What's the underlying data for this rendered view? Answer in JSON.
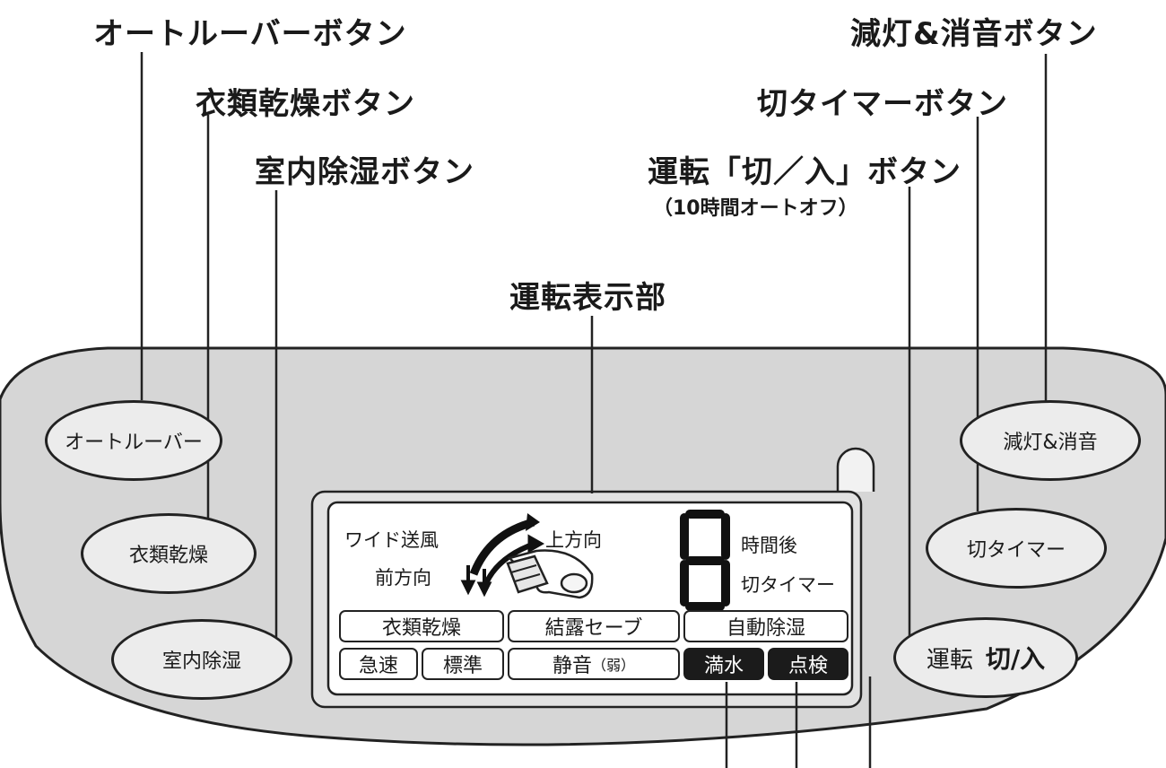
{
  "callouts": {
    "auto_louver": "オートルーバーボタン",
    "clothes_dry": "衣類乾燥ボタン",
    "room_dehumid": "室内除湿ボタン",
    "display": "運転表示部",
    "dim_mute": "減灯&消音ボタン",
    "off_timer": "切タイマーボタン",
    "power": "運転「切／入」ボタン",
    "power_note": "（10時間オートオフ）"
  },
  "buttons": {
    "auto_louver": "オートルーバー",
    "clothes_dry": "衣類乾燥",
    "room_dehumid": "室内除湿",
    "dim_mute": "減灯&消音",
    "off_timer": "切タイマー",
    "power_prefix": "運転",
    "power_main": "切/入"
  },
  "lcd": {
    "wide": "ワイド送風",
    "up": "上方向",
    "front": "前方向",
    "hours_after": "時間後",
    "off_timer": "切タイマー",
    "digit": "8",
    "modes_row1": [
      "衣類乾燥",
      "結露セーブ",
      "自動除湿"
    ],
    "modes_row2": [
      "急速",
      "標準"
    ],
    "quiet_main": "静音",
    "quiet_sub": "（弱）",
    "full_water": "満水",
    "check": "点検"
  },
  "colors": {
    "panel": "#d6d6d6",
    "button_fill": "#ececec",
    "dark_chip": "#1b1b1b"
  }
}
